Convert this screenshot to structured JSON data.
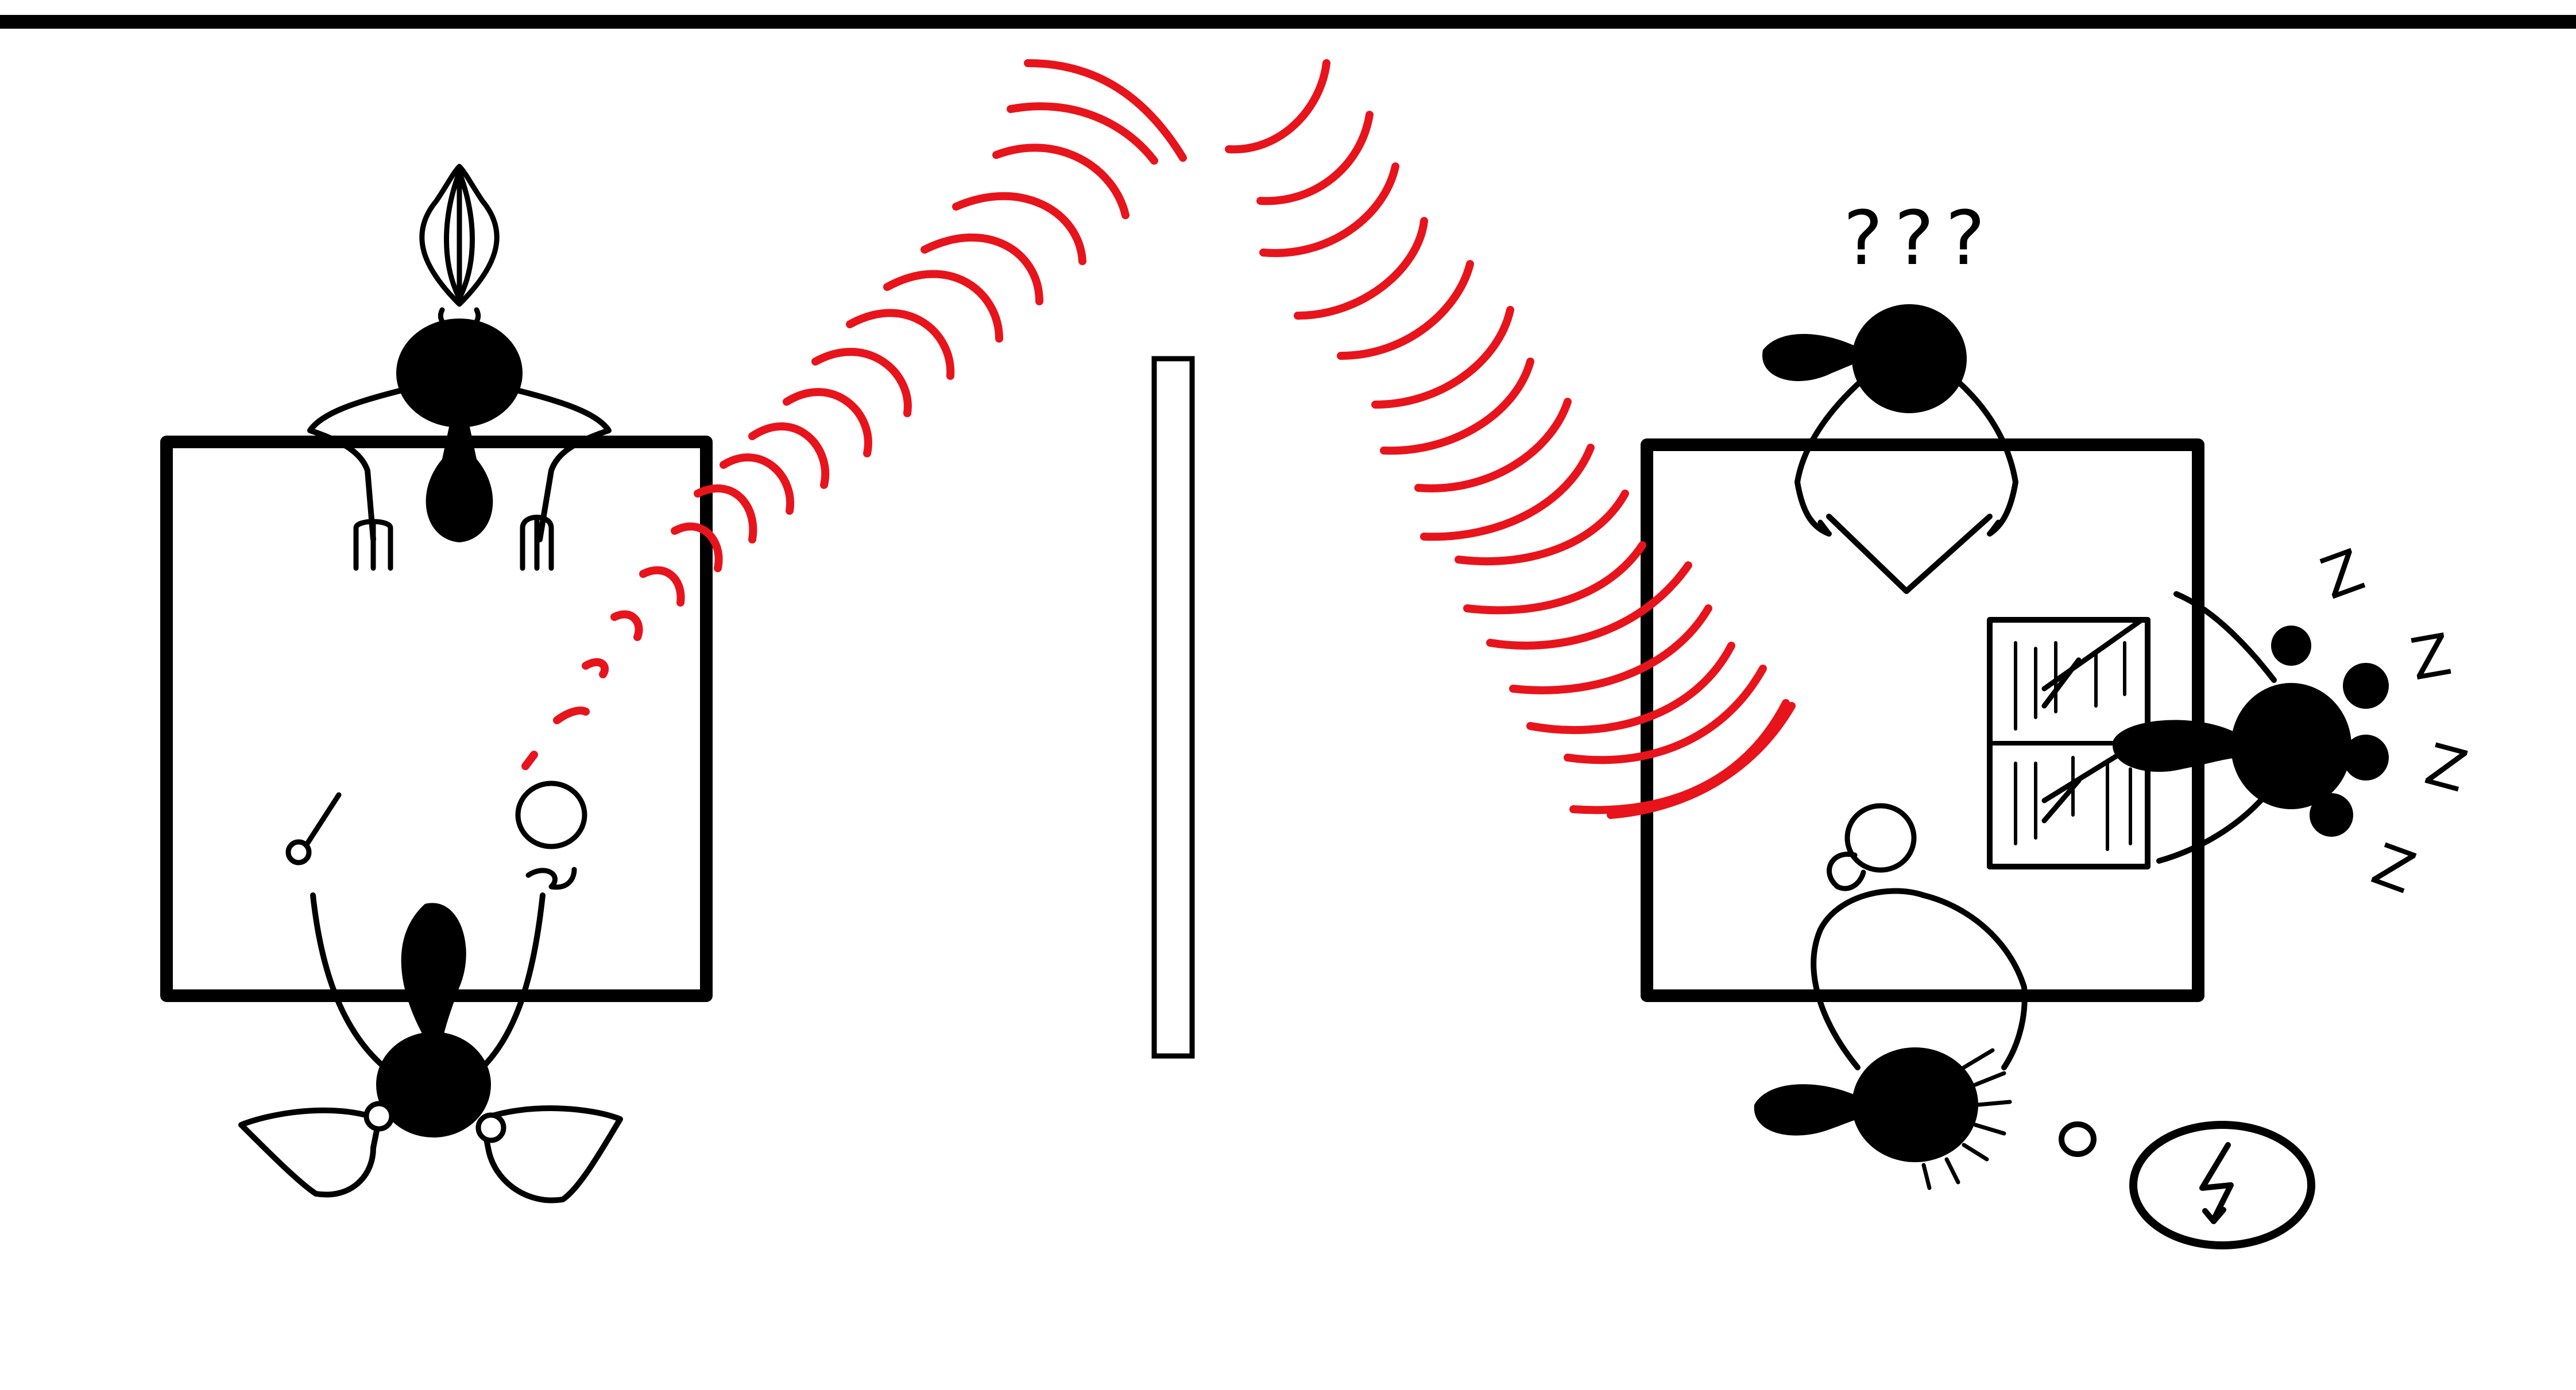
{
  "scene": {
    "question_marks": "???",
    "snore_letters": [
      "Z",
      "Z",
      "Z",
      "Z"
    ]
  },
  "colors": {
    "ink": "#000000",
    "sound_waves": "#e8141c",
    "background": "#ffffff"
  },
  "icons": [
    "onion-icon",
    "lightning-bolt-icon",
    "fork-icon",
    "glass-icon"
  ]
}
